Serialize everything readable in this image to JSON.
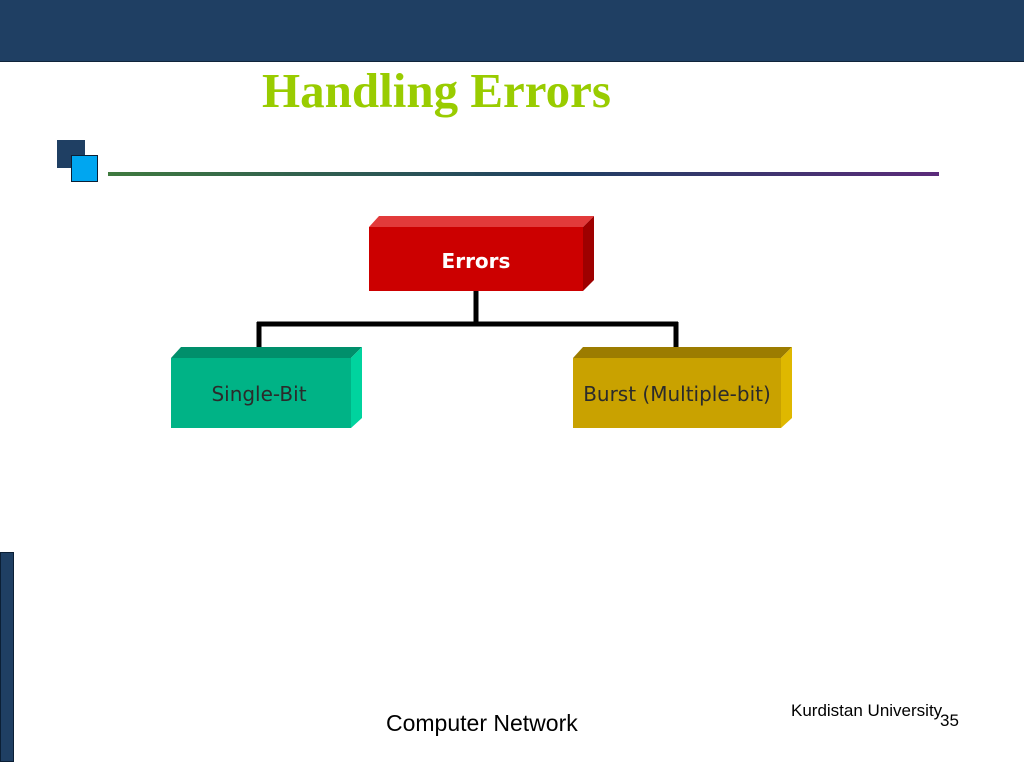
{
  "slide": {
    "title": "Handling Errors",
    "footer_center": "Computer Network",
    "footer_right": "Kurdistan University",
    "page_number": "35"
  },
  "diagram": {
    "root": {
      "label": "Errors",
      "color": "#cc0000"
    },
    "children": [
      {
        "label": "Single-Bit",
        "color": "#00b386"
      },
      {
        "label": "Burst (Multiple-bit)",
        "color": "#c9a200"
      }
    ]
  },
  "colors": {
    "title": "#99cc00",
    "bars": "#1f3f63",
    "accent_square": "#00a6f0"
  }
}
